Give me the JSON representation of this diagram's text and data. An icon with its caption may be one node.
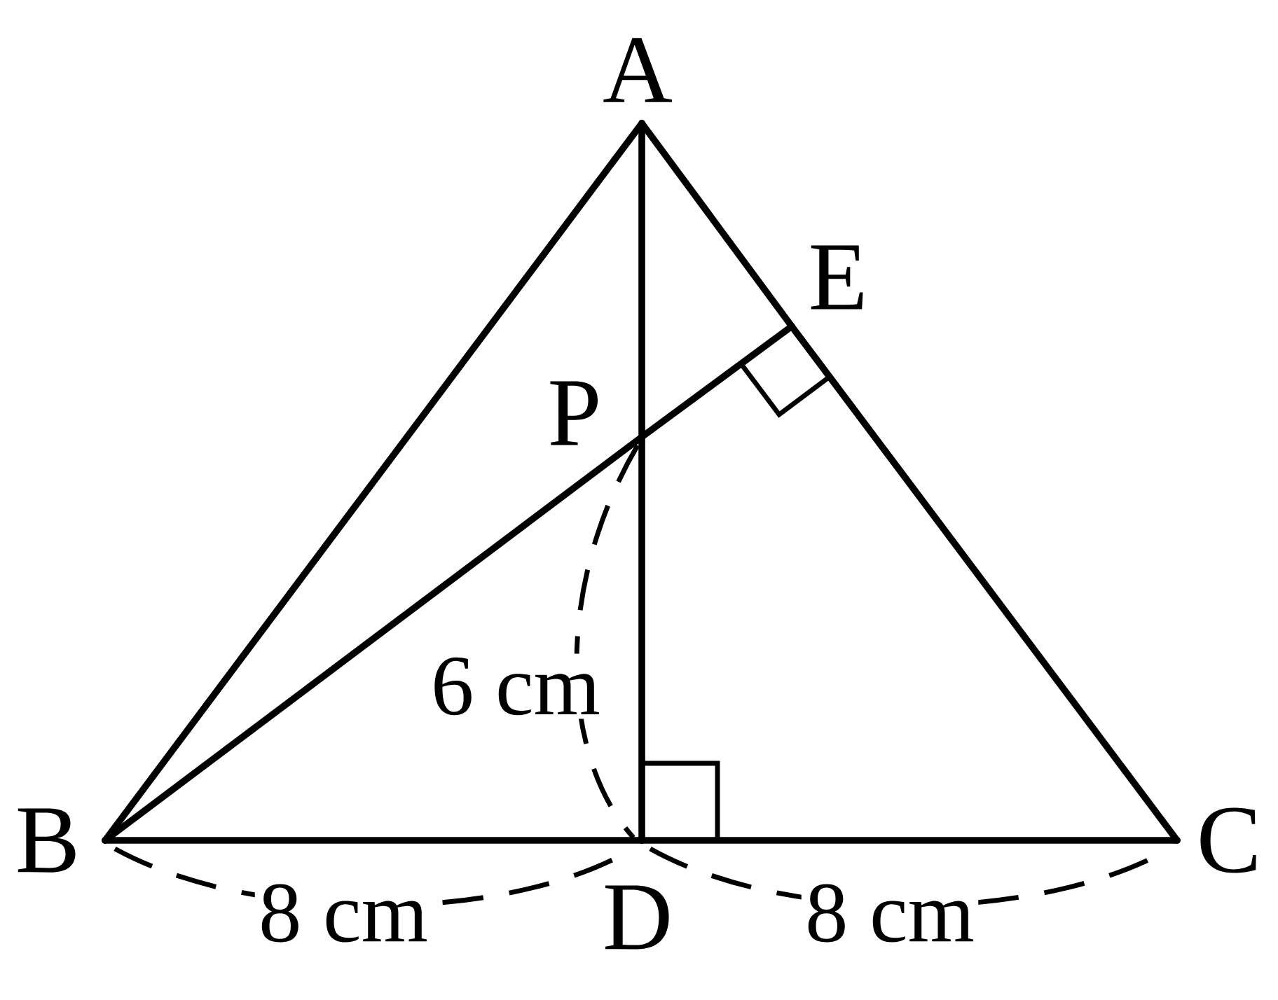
{
  "diagram": {
    "nodes": [
      {
        "text": [
          "A"
        ]
      },
      {
        "text": [
          "E"
        ]
      },
      {
        "text": [
          "P"
        ]
      },
      {
        "text": [
          "B"
        ]
      },
      {
        "text": [
          "C"
        ]
      },
      {
        "text": [
          "D"
        ]
      }
    ],
    "edges": [
      {
        "from": 0,
        "to": 3,
        "arrow": "none"
      },
      {
        "from": 0,
        "to": 1,
        "arrow": "none"
      },
      {
        "from": 1,
        "to": 4,
        "arrow": "none"
      },
      {
        "from": 3,
        "to": 5,
        "arrow": "none"
      },
      {
        "from": 5,
        "to": 4,
        "arrow": "none"
      },
      {
        "from": 0,
        "to": 2,
        "arrow": "none"
      },
      {
        "from": 2,
        "to": 5,
        "arrow": "none"
      },
      {
        "from": 3,
        "to": 2,
        "arrow": "none"
      },
      {
        "from": 2,
        "to": 1,
        "arrow": "none"
      }
    ],
    "labels": [
      "6 cm",
      "8 cm",
      "8 cm"
    ]
  }
}
